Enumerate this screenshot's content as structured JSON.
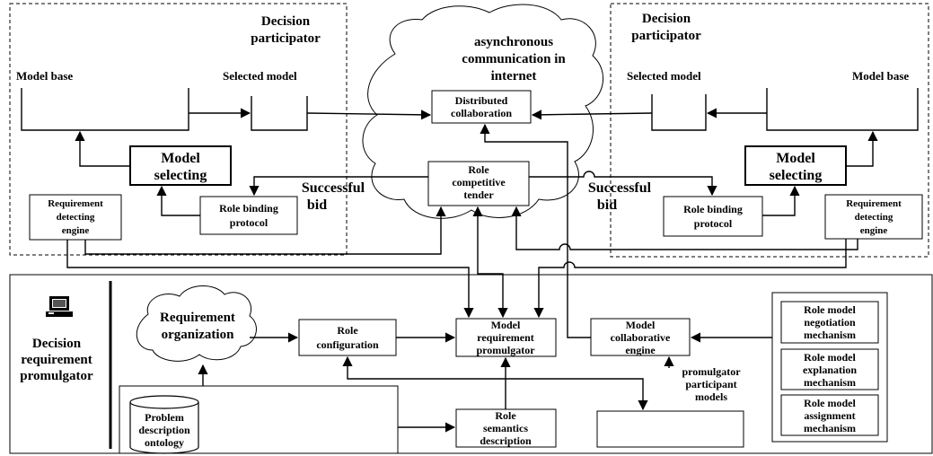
{
  "left_participator": {
    "title": [
      "Decision",
      "participator"
    ],
    "model_base": "Model base",
    "selected_model": "Selected model",
    "model_selecting": [
      "Model",
      "selecting"
    ],
    "requirement_engine": [
      "Requirement",
      "detecting",
      "engine"
    ],
    "role_binding": [
      "Role binding",
      "protocol"
    ],
    "successful_bid": [
      "Successful",
      "bid"
    ]
  },
  "right_participator": {
    "title": [
      "Decision",
      "participator"
    ],
    "model_base": "Model base",
    "selected_model": "Selected model",
    "model_selecting": [
      "Model",
      "selecting"
    ],
    "requirement_engine": [
      "Requirement",
      "detecting",
      "engine"
    ],
    "role_binding": [
      "Role binding",
      "protocol"
    ],
    "successful_bid": [
      "Successful",
      "bid"
    ]
  },
  "cloud": {
    "label": [
      "asynchronous",
      "communication in",
      "internet"
    ],
    "distributed": [
      "Distributed",
      "collaboration"
    ],
    "tender": [
      "Role",
      "competitive",
      "tender"
    ]
  },
  "promulgator": {
    "title": [
      "Decision",
      "requirement",
      "promulgator"
    ],
    "req_org": [
      "Requirement",
      "organization"
    ],
    "role_config": [
      "Role",
      "configuration"
    ],
    "model_req": [
      "Model",
      "requirement",
      "promulgator"
    ],
    "collab_engine": [
      "Model",
      "collaborative",
      "engine"
    ],
    "negotiation": [
      "Role model",
      "negotiation",
      "mechanism"
    ],
    "explanation": [
      "Role model",
      "explanation",
      "mechanism"
    ],
    "assignment": [
      "Role model",
      "assignment",
      "mechanism"
    ],
    "ontology": [
      "Problem",
      "description",
      "ontology"
    ],
    "semantics": [
      "Role",
      "semantics",
      "description"
    ],
    "participant_models": [
      "promulgator",
      "participant",
      "models"
    ]
  }
}
